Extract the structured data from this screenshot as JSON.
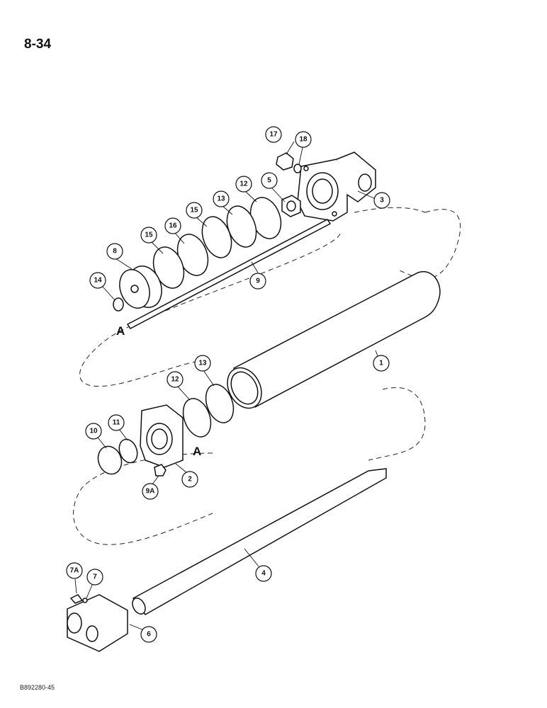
{
  "page": {
    "page_number": "8-34",
    "footer_code": "B892280-45"
  },
  "markers": {
    "a_top": "A",
    "a_bottom": "A"
  },
  "callouts": {
    "c1": "1",
    "c2": "2",
    "c3": "3",
    "c4": "4",
    "c5": "5",
    "c6": "6",
    "c7": "7",
    "c7a": "7A",
    "c8": "8",
    "c9": "9",
    "c9a": "9A",
    "c10": "10",
    "c11": "11",
    "c12a": "12",
    "c12b": "12",
    "c13a": "13",
    "c13b": "13",
    "c14": "14",
    "c15a": "15",
    "c15b": "15",
    "c16": "16",
    "c17": "17",
    "c18": "18"
  }
}
